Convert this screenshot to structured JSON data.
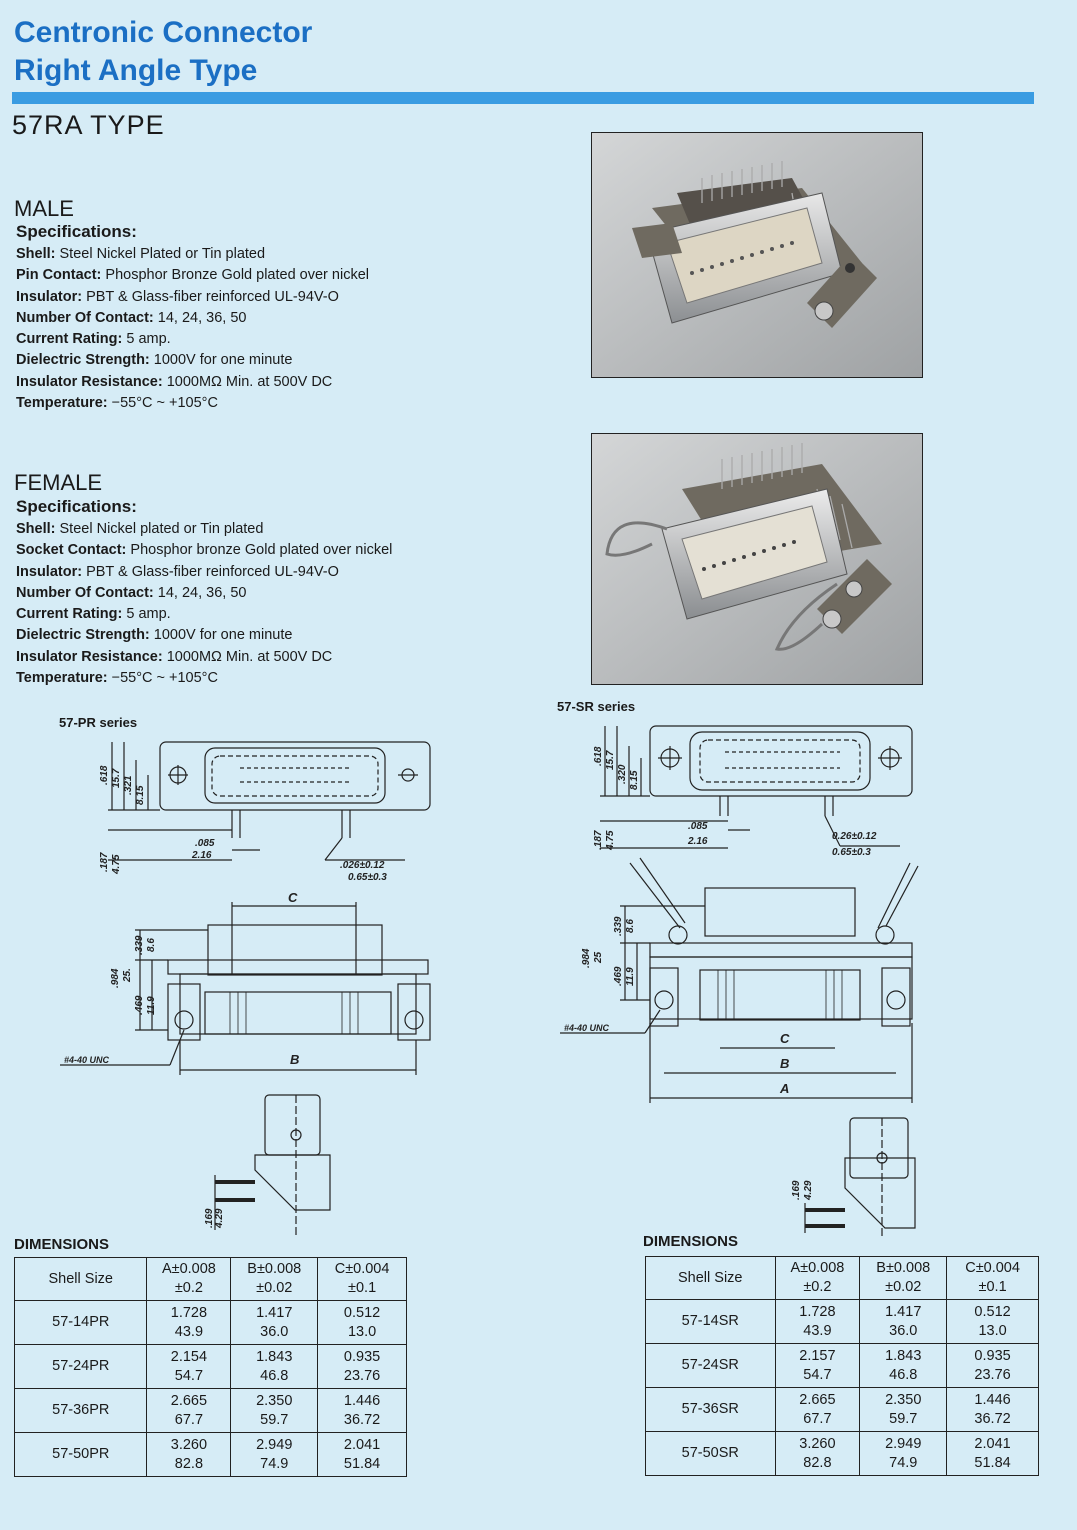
{
  "header": {
    "title_line1": "Centronic Connector",
    "title_line2": "Right Angle Type",
    "type_label": "57RA TYPE"
  },
  "male": {
    "heading": "MALE",
    "spec_heading": "Specifications:",
    "specs": [
      {
        "label": "Shell:",
        "value": " Steel Nickel Plated or Tin plated"
      },
      {
        "label": "Pin Contact:",
        "value": " Phosphor Bronze Gold plated over nickel"
      },
      {
        "label": "Insulator:",
        "value": " PBT & Glass-fiber reinforced UL-94V-O"
      },
      {
        "label": "Number Of Contact:",
        "value": " 14, 24, 36, 50"
      },
      {
        "label": "Current Rating:",
        "value": " 5 amp."
      },
      {
        "label": "Dielectric Strength:",
        "value": " 1000V for one minute"
      },
      {
        "label": "Insulator Resistance:",
        "value": " 1000MΩ Min. at 500V DC"
      },
      {
        "label": "Temperature:",
        "value": " −55°C ~ +105°C"
      }
    ]
  },
  "female": {
    "heading": "FEMALE",
    "spec_heading": "Specifications:",
    "specs": [
      {
        "label": "Shell:",
        "value": " Steel Nickel plated or Tin plated"
      },
      {
        "label": "Socket Contact:",
        "value": " Phosphor bronze Gold plated over nickel"
      },
      {
        "label": "Insulator:",
        "value": " PBT & Glass-fiber reinforced UL-94V-O"
      },
      {
        "label": "Number Of Contact:",
        "value": " 14, 24, 36, 50"
      },
      {
        "label": "Current Rating:",
        "value": " 5 amp."
      },
      {
        "label": "Dielectric Strength:",
        "value": " 1000V for one minute"
      },
      {
        "label": "Insulator Resistance:",
        "value": " 1000MΩ Min. at 500V DC"
      },
      {
        "label": "Temperature:",
        "value": " −55°C ~ +105°C"
      }
    ]
  },
  "pr_drawing": {
    "series_label": "57-PR series",
    "dims": {
      "h618": ".618",
      "h157": "15.7",
      "h321": ".321",
      "h815": "8.15",
      "w085": ".085",
      "w216": "2.16",
      "h187": ".187",
      "h475": "4.75",
      "pin1": ".026±0.12",
      "pin2": "0.65±0.3",
      "h984": ".984",
      "h25": "25.",
      "h339": ".339",
      "h86": "8.6",
      "h469": ".469",
      "h119": "11.9",
      "unc": "#4-40 UNC",
      "c": "C",
      "b": "B",
      "h169": ".169",
      "h429": "4.29"
    }
  },
  "sr_drawing": {
    "series_label": "57-SR series",
    "dims": {
      "h618": ".618",
      "h157": "15.7",
      "h320": ".320",
      "h815": "8.15",
      "w085": ".085",
      "w216": "2.16",
      "h187": ".187",
      "h475": "4.75",
      "pin1": "0.26±0.12",
      "pin2": "0.65±0.3",
      "h984": ".984",
      "h25": "25",
      "h339": ".339",
      "h86": "8.6",
      "h469": ".469",
      "h119": "11.9",
      "unc": "#4-40 UNC",
      "c": "C",
      "b": "B",
      "a": "A",
      "h169": ".169",
      "h429": "4.29"
    }
  },
  "pr_table": {
    "heading": "DIMENSIONS",
    "headers": [
      {
        "l1": "Shell Size",
        "l2": ""
      },
      {
        "l1": "A±0.008",
        "l2": "±0.2"
      },
      {
        "l1": "B±0.008",
        "l2": "±0.02"
      },
      {
        "l1": "C±0.004",
        "l2": "±0.1"
      }
    ],
    "rows": [
      {
        "shell": "57-14PR",
        "a1": "1.728",
        "a2": "43.9",
        "b1": "1.417",
        "b2": "36.0",
        "c1": "0.512",
        "c2": "13.0"
      },
      {
        "shell": "57-24PR",
        "a1": "2.154",
        "a2": "54.7",
        "b1": "1.843",
        "b2": "46.8",
        "c1": "0.935",
        "c2": "23.76"
      },
      {
        "shell": "57-36PR",
        "a1": "2.665",
        "a2": "67.7",
        "b1": "2.350",
        "b2": "59.7",
        "c1": "1.446",
        "c2": "36.72"
      },
      {
        "shell": "57-50PR",
        "a1": "3.260",
        "a2": "82.8",
        "b1": "2.949",
        "b2": "74.9",
        "c1": "2.041",
        "c2": "51.84"
      }
    ]
  },
  "sr_table": {
    "heading": "DIMENSIONS",
    "headers": [
      {
        "l1": "Shell Size",
        "l2": ""
      },
      {
        "l1": "A±0.008",
        "l2": "±0.2"
      },
      {
        "l1": "B±0.008",
        "l2": "±0.02"
      },
      {
        "l1": "C±0.004",
        "l2": "±0.1"
      }
    ],
    "rows": [
      {
        "shell": "57-14SR",
        "a1": "1.728",
        "a2": "43.9",
        "b1": "1.417",
        "b2": "36.0",
        "c1": "0.512",
        "c2": "13.0"
      },
      {
        "shell": "57-24SR",
        "a1": "2.157",
        "a2": "54.7",
        "b1": "1.843",
        "b2": "46.8",
        "c1": "0.935",
        "c2": "23.76"
      },
      {
        "shell": "57-36SR",
        "a1": "2.665",
        "a2": "67.7",
        "b1": "2.350",
        "b2": "59.7",
        "c1": "1.446",
        "c2": "36.72"
      },
      {
        "shell": "57-50SR",
        "a1": "3.260",
        "a2": "82.8",
        "b1": "2.949",
        "b2": "74.9",
        "c1": "2.041",
        "c2": "51.84"
      }
    ]
  },
  "colors": {
    "title": "#1b6fc4",
    "rule": "#3a9ce2",
    "background": "#d6ecf6"
  }
}
